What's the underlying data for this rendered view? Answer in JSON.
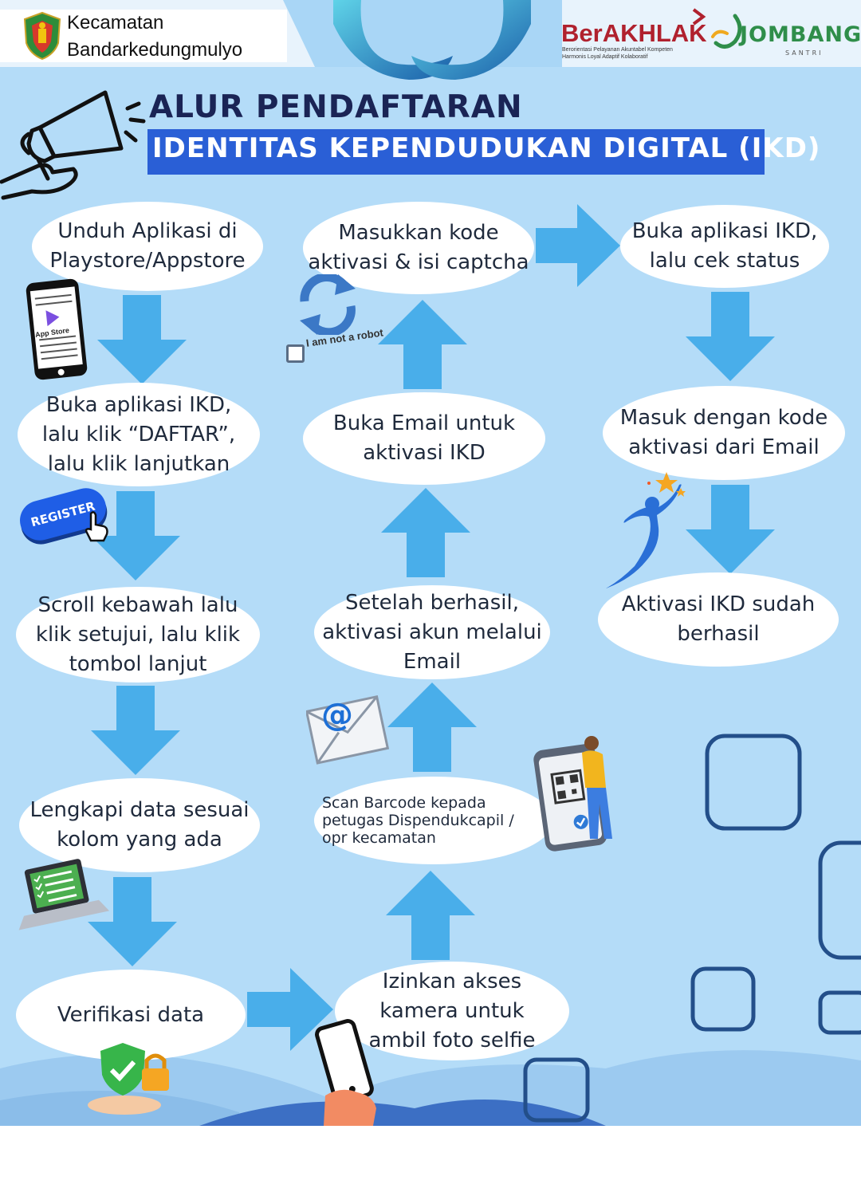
{
  "header": {
    "kecamatan_line1": "Kecamatan",
    "kecamatan_line2": "Bandarkedungmulyo",
    "berakhlak": "BerAKHLAK",
    "berakhlak_sub_line1": "Berorientasi Pelayanan Akuntabel Kompeten",
    "berakhlak_sub_line2": "Harmonis Loyal Adaptif Kolaboratif",
    "jombang": "JOMBANG",
    "jombang_sub": "SANTRI"
  },
  "title": {
    "line1": "ALUR PENDAFTARAN",
    "line2": "IDENTITAS KEPENDUDUKAN DIGITAL (IKD)"
  },
  "steps": {
    "s1": {
      "line1": "Unduh Aplikasi di",
      "line2": "Playstore/Appstore"
    },
    "s2": {
      "line1": "Buka aplikasi IKD,",
      "line2": "lalu klik “DAFTAR”,",
      "line3": "lalu klik lanjutkan"
    },
    "s3": {
      "line1": "Scroll kebawah lalu",
      "line2": "klik setujui, lalu klik",
      "line3": "tombol lanjut"
    },
    "s4": {
      "line1": "Lengkapi data sesuai",
      "line2": "kolom yang ada"
    },
    "s5": {
      "line1": "Verifikasi data"
    },
    "s6": {
      "line1": "Izinkan akses",
      "line2": "kamera untuk",
      "line3": "ambil foto selfie"
    },
    "s7": {
      "line1": "Scan Barcode kepada",
      "line2": "petugas Dispendukcapil /",
      "line3": "opr kecamatan"
    },
    "s8": {
      "line1": "Setelah berhasil,",
      "line2": "aktivasi akun melalui",
      "line3": "Email"
    },
    "s9": {
      "line1": "Buka Email untuk",
      "line2": "aktivasi IKD"
    },
    "s10": {
      "line1": "Masukkan kode",
      "line2": "aktivasi & isi captcha"
    },
    "s11": {
      "line1": "Buka aplikasi IKD,",
      "line2": "lalu cek status"
    },
    "s12": {
      "line1": "Masuk dengan kode",
      "line2": "aktivasi dari Email"
    },
    "s13": {
      "line1": "Aktivasi IKD sudah",
      "line2": "berhasil"
    }
  },
  "decorations": {
    "app_store_label": "App Store",
    "captcha_text": "I am not a robot",
    "register_label": "REGISTER",
    "email_symbol": "@"
  },
  "colors": {
    "background": "#b4dcf8",
    "arrow": "#49aeea",
    "title_dark": "#1a2455",
    "title_box": "#2a5fd6",
    "oval": "#ffffff",
    "outline_square": "#234f8a"
  }
}
